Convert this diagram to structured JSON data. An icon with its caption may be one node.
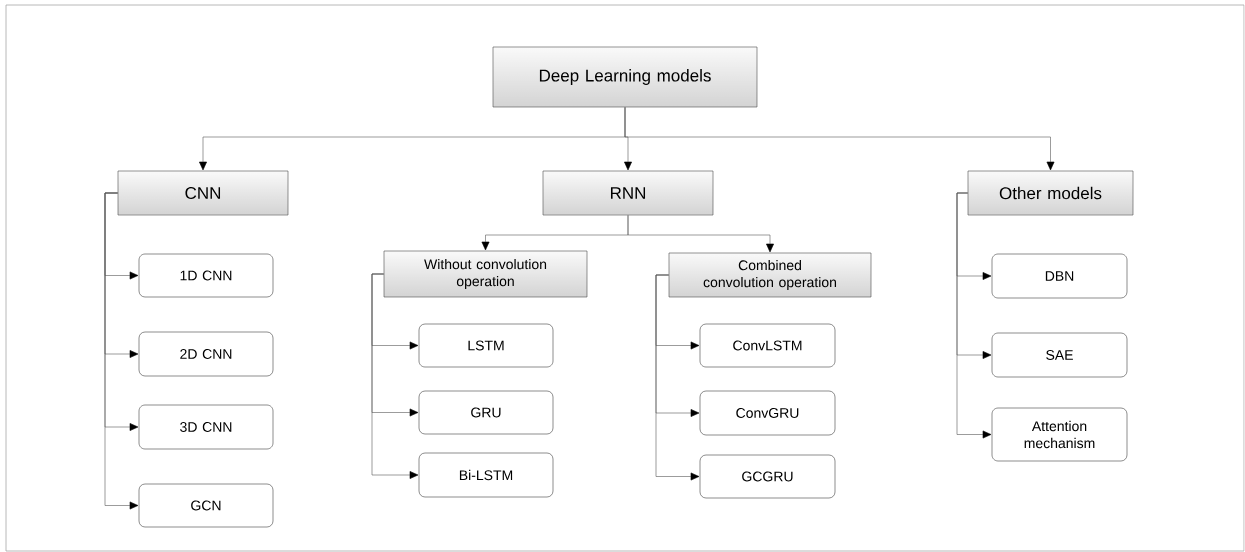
{
  "diagram": {
    "nodes": [
      {
        "text": [
          "Deep Learning models"
        ]
      },
      {
        "text": [
          "CNN"
        ]
      },
      {
        "text": [
          "RNN"
        ]
      },
      {
        "text": [
          "Other models"
        ]
      },
      {
        "text": [
          "Without convolution operation"
        ]
      },
      {
        "text": [
          "Combined convolution operation"
        ]
      },
      {
        "text": [
          "1D CNN"
        ]
      },
      {
        "text": [
          "2D CNN"
        ]
      },
      {
        "text": [
          "3D CNN"
        ]
      },
      {
        "text": [
          "GCN"
        ]
      },
      {
        "text": [
          "LSTM"
        ]
      },
      {
        "text": [
          "GRU"
        ]
      },
      {
        "text": [
          "Bi-LSTM"
        ]
      },
      {
        "text": [
          "ConvLSTM"
        ]
      },
      {
        "text": [
          "ConvGRU"
        ]
      },
      {
        "text": [
          "GCGRU"
        ]
      },
      {
        "text": [
          "DBN"
        ]
      },
      {
        "text": [
          "SAE"
        ]
      },
      {
        "text": [
          "Attention mechanism"
        ]
      }
    ],
    "edges": [
      {
        "from": 0,
        "to": 1,
        "arrow": "to"
      },
      {
        "from": 0,
        "to": 2,
        "arrow": "to"
      },
      {
        "from": 0,
        "to": 3,
        "arrow": "to"
      },
      {
        "from": 2,
        "to": 4,
        "arrow": "to"
      },
      {
        "from": 2,
        "to": 5,
        "arrow": "to"
      },
      {
        "from": 1,
        "to": 6,
        "arrow": "to"
      },
      {
        "from": 1,
        "to": 7,
        "arrow": "to"
      },
      {
        "from": 1,
        "to": 8,
        "arrow": "to"
      },
      {
        "from": 1,
        "to": 9,
        "arrow": "to"
      },
      {
        "from": 4,
        "to": 10,
        "arrow": "to"
      },
      {
        "from": 4,
        "to": 11,
        "arrow": "to"
      },
      {
        "from": 4,
        "to": 12,
        "arrow": "to"
      },
      {
        "from": 5,
        "to": 13,
        "arrow": "to"
      },
      {
        "from": 5,
        "to": 14,
        "arrow": "to"
      },
      {
        "from": 5,
        "to": 15,
        "arrow": "to"
      },
      {
        "from": 3,
        "to": 16,
        "arrow": "to"
      },
      {
        "from": 3,
        "to": 17,
        "arrow": "to"
      },
      {
        "from": 3,
        "to": 18,
        "arrow": "to"
      }
    ]
  }
}
